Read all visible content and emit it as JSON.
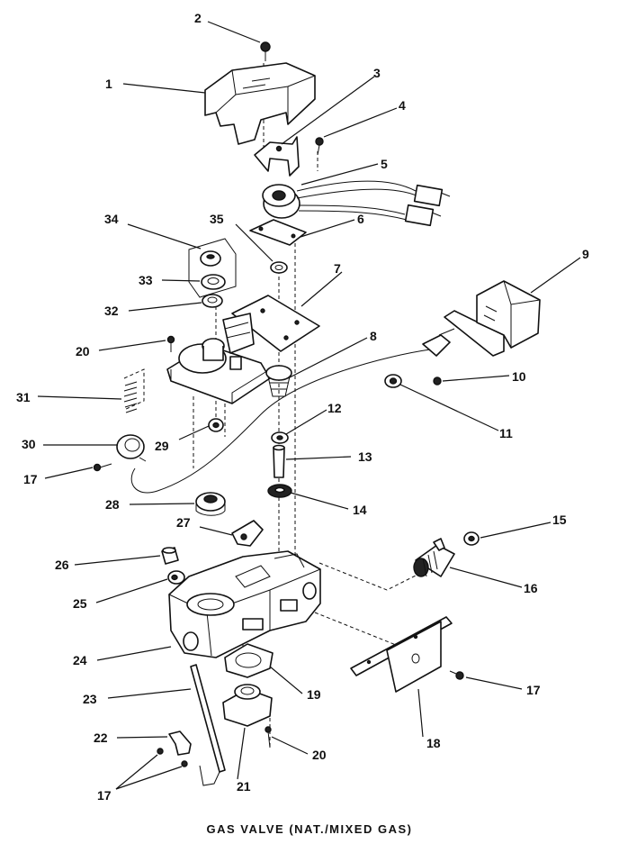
{
  "caption": "GAS VALVE (NAT./MIXED GAS)",
  "callouts": {
    "c1": "1",
    "c2": "2",
    "c3": "3",
    "c4": "4",
    "c5": "5",
    "c6": "6",
    "c7": "7",
    "c8": "8",
    "c9": "9",
    "c10": "10",
    "c11": "11",
    "c12": "12",
    "c13": "13",
    "c14": "14",
    "c15": "15",
    "c16": "16",
    "c17a": "17",
    "c17b": "17",
    "c17c": "17",
    "c18": "18",
    "c19": "19",
    "c20a": "20",
    "c20b": "20",
    "c21": "21",
    "c22": "22",
    "c23": "23",
    "c24": "24",
    "c25": "25",
    "c26": "26",
    "c27": "27",
    "c28": "28",
    "c29": "29",
    "c30": "30",
    "c31": "31",
    "c32": "32",
    "c33": "33",
    "c34": "34",
    "c35": "35"
  }
}
